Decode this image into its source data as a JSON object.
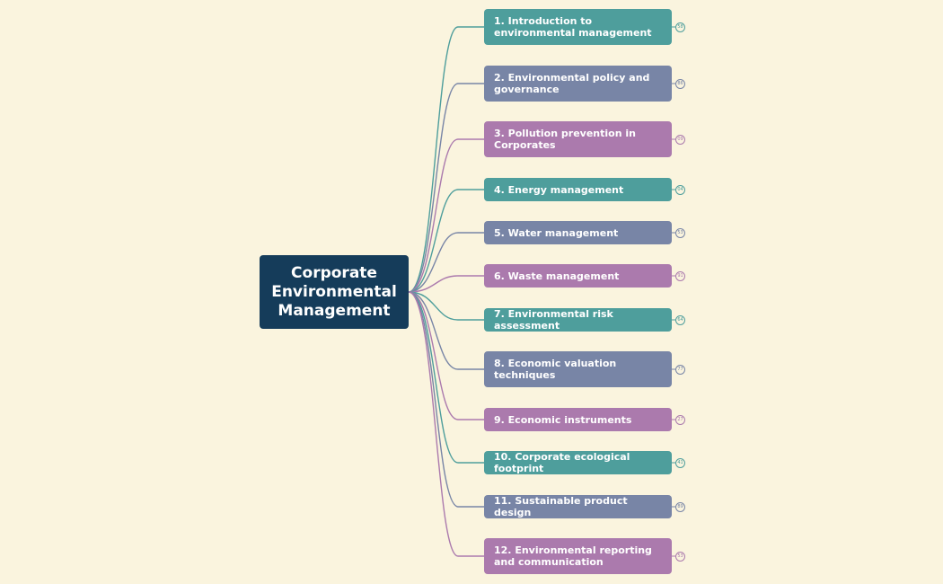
{
  "root": {
    "title": "Corporate\nEnvironmental\nManagement",
    "color": "#153c5a"
  },
  "topics": [
    {
      "label": "1. Introduction to environmental management",
      "badge": "58",
      "color": "#4e9e9c"
    },
    {
      "label": "2. Environmental policy and governance",
      "badge": "86",
      "color": "#7885a6"
    },
    {
      "label": "3. Pollution prevention in Corporates",
      "badge": "09",
      "color": "#ab7aad"
    },
    {
      "label": "4. Energy management",
      "badge": "04",
      "color": "#4e9e9c"
    },
    {
      "label": "5. Water management",
      "badge": "53",
      "color": "#7885a6"
    },
    {
      "label": "6. Waste management",
      "badge": "91",
      "color": "#ab7aad"
    },
    {
      "label": "7. Environmental risk assessment",
      "badge": "64",
      "color": "#4e9e9c"
    },
    {
      "label": "8. Economic valuation techniques",
      "badge": "77",
      "color": "#7885a6"
    },
    {
      "label": "9. Economic instruments",
      "badge": "27",
      "color": "#ab7aad"
    },
    {
      "label": "10. Corporate ecological footprint",
      "badge": "41",
      "color": "#4e9e9c"
    },
    {
      "label": "11. Sustainable product design",
      "badge": "89",
      "color": "#7885a6"
    },
    {
      "label": "12. Environmental reporting and communication",
      "badge": "53",
      "color": "#ab7aad"
    }
  ]
}
